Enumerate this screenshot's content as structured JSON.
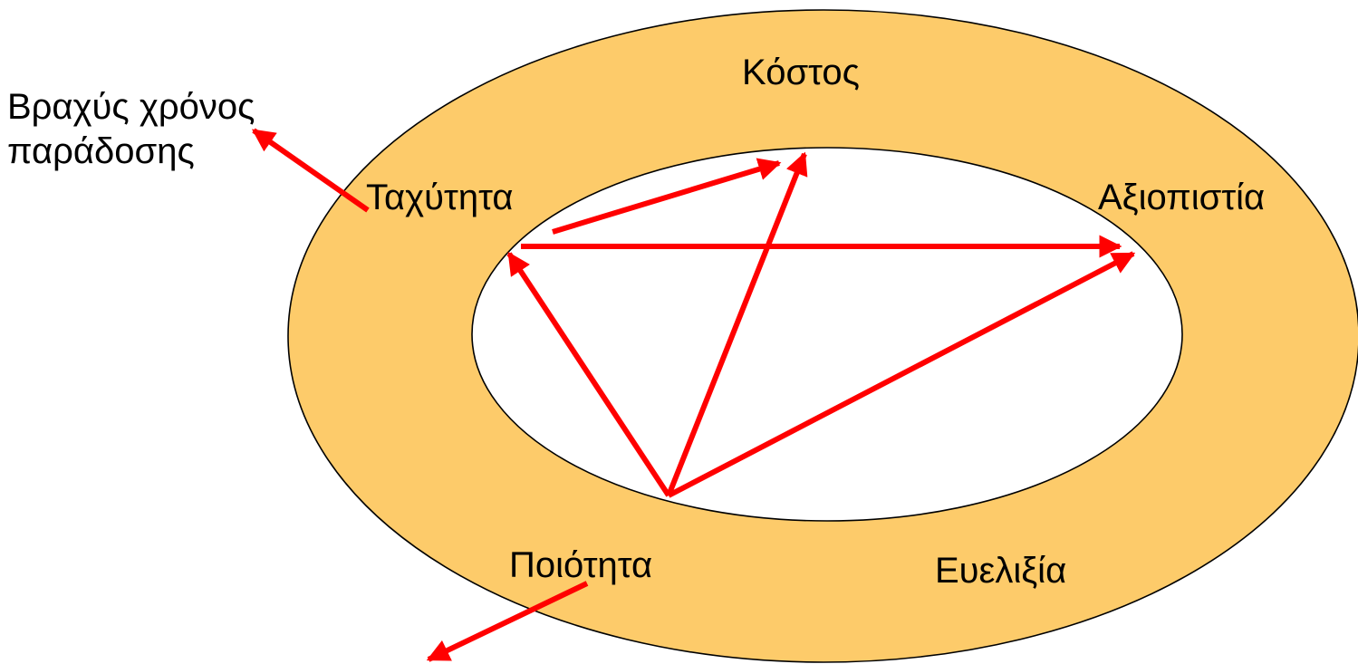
{
  "diagram": {
    "labels": {
      "cost": "Κόστος",
      "speed": "Ταχύτητα",
      "reliability": "Αξιοπιστία",
      "quality": "Ποιότητα",
      "flexibility": "Ευελιξία",
      "short_delivery_line1": "Βραχύς χρόνος",
      "short_delivery_line2": "παράδοσης"
    },
    "colors": {
      "outer_ring_fill": "#FDCB6A",
      "inner_fill": "#FFFFFF",
      "outline": "#000000",
      "arrow": "#FF0000",
      "text": "#000000"
    }
  }
}
